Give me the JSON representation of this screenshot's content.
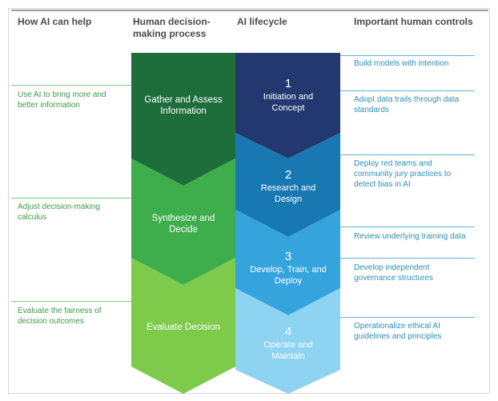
{
  "headers": {
    "help": "How AI can help",
    "process": "Human decision-making process",
    "lifecycle": "AI lifecycle",
    "controls": "Important human controls"
  },
  "help_notes": [
    "Use AI to bring more and better information",
    "Adjust decision-making calculus",
    "Evaluate the fairness of decision outcomes"
  ],
  "process_steps": [
    "Gather and Assess Information",
    "Synthesize and Decide",
    "Evaluate Decision"
  ],
  "lifecycle_steps": [
    {
      "number": "1",
      "label": "Initiation and Concept"
    },
    {
      "number": "2",
      "label": "Research and Design"
    },
    {
      "number": "3",
      "label": "Develop, Train, and Deploy"
    },
    {
      "number": "4",
      "label": "Operate and Maintain"
    }
  ],
  "controls": [
    "Build models with intention",
    "Adopt data trails through data standards",
    "Deploy red teams and community jury practices to detect bias in AI",
    "Review underlying training data",
    "Develop independent governance structures",
    "Operationalize ethical AI guidelines and principles"
  ],
  "colors": {
    "process": [
      "#1e6e3c",
      "#3eae4c",
      "#7ecb4c"
    ],
    "lifecycle": [
      "#22386e",
      "#1878b2",
      "#36a4dc",
      "#8fd3f2"
    ]
  }
}
